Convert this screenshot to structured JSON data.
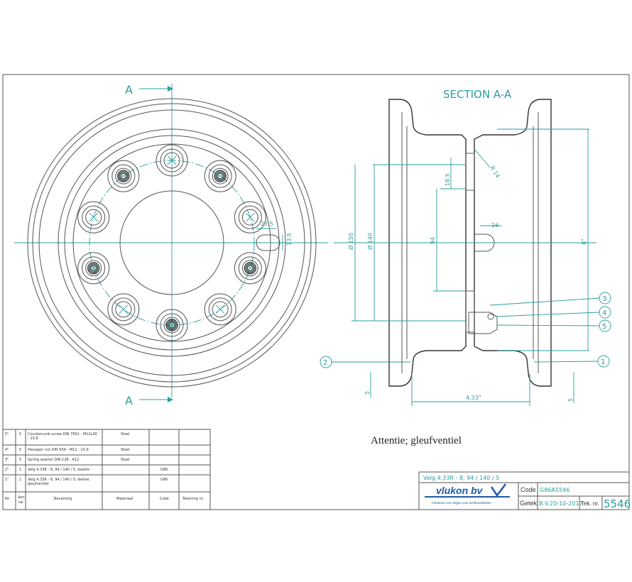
{
  "section_marks": {
    "top_label": "A",
    "bottom_label": "A",
    "section_title": "SECTION A-A"
  },
  "dimensions": {
    "d23_5": "23.5",
    "d13_5": "13.5",
    "d18_5": "18.5",
    "r14": "R 14",
    "d16": "16",
    "d94": "94",
    "d150": "Ø 150",
    "d140": "Ø 140",
    "d8in": "8\"",
    "d5_left": "5",
    "d5_right": "5",
    "d433": "4.33\""
  },
  "balloons": [
    "1",
    "2",
    "3",
    "4",
    "5"
  ],
  "note": "Attentie;  gleufventiel",
  "parts_list": {
    "rows": [
      {
        "nr": "5\"",
        "aant": "5",
        "benaming": "Countersunk screw DIN 7991 - M12x30",
        "benaming2": "- 10.9",
        "materiaal": "Steel",
        "code": "",
        "tekening": ""
      },
      {
        "nr": "4\"",
        "aant": "5",
        "benaming": "Hexagon nut DIN 934 - M12 - 10.9",
        "benaming2": "",
        "materiaal": "Steel",
        "code": "",
        "tekening": ""
      },
      {
        "nr": "3\"",
        "aant": "5",
        "benaming": "Spring washer DIN 128 - A12",
        "benaming2": "",
        "materiaal": "Steel",
        "code": "",
        "tekening": ""
      },
      {
        "nr": "2\"",
        "aant": "1",
        "benaming": "Velg 4.33R - 8,   94 / 140 / 5,   bodem",
        "benaming2": "",
        "materiaal": "",
        "code": "G86",
        "tekening": ""
      },
      {
        "nr": "1\"",
        "aant": "1",
        "benaming": "Velg 4.33R - 8,   94 / 140 / 5,  deksel,",
        "benaming2": "gleufventiel",
        "materiaal": "",
        "code": "G86",
        "tekening": ""
      }
    ],
    "header": {
      "nr": "Nr.",
      "aant": "Aan",
      "aant2": "tal",
      "benaming": "Benaming",
      "materiaal": "Materiaal",
      "code": "Code",
      "tekening": "Tekening nr."
    }
  },
  "title_block": {
    "title": "Velg 4.33R - 8,      94 / 140 / 5",
    "logo_name": "vlukon bv",
    "logo_tagline": "Fabrikant van velgen voor lichtbandwielen",
    "code_label": "Code",
    "code_value": "G86A5546",
    "getek_label": "Getek.",
    "getek_value": "B.V.20-10-2017",
    "tek_label": "Tek. nr.",
    "tek_value": "5546"
  },
  "colors": {
    "accent": "#2a9d9d",
    "line": "#555555",
    "logo_blue": "#1e5aa8"
  }
}
